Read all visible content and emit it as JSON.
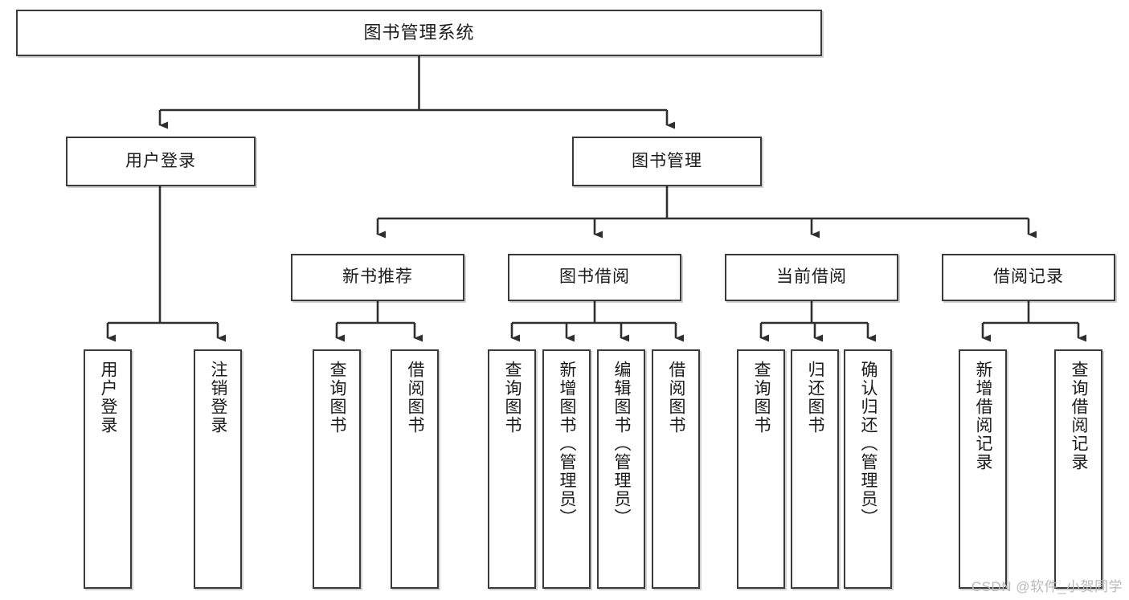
{
  "diagram": {
    "title": "图书管理系统",
    "type": "tree-hierarchy-chart",
    "colors": {
      "border": "#3a3a3a",
      "background": "#ffffff",
      "text": "#1b1b1b",
      "watermark": "#b9b9b9"
    },
    "root": {
      "label": "图书管理系统"
    },
    "level2": [
      {
        "label": "用户登录"
      },
      {
        "label": "图书管理"
      }
    ],
    "level3": [
      {
        "label": "新书推荐"
      },
      {
        "label": "图书借阅"
      },
      {
        "label": "当前借阅"
      },
      {
        "label": "借阅记录"
      }
    ],
    "leaves": {
      "user_login": [
        {
          "label": "用户登录"
        },
        {
          "label": "注销登录"
        }
      ],
      "new_book_recommend": [
        {
          "label": "查询图书"
        },
        {
          "label": "借阅图书"
        }
      ],
      "book_borrow": [
        {
          "label": "查询图书"
        },
        {
          "label": "新增图书（管理员）"
        },
        {
          "label": "编辑图书（管理员）"
        },
        {
          "label": "借阅图书"
        }
      ],
      "current_borrow": [
        {
          "label": "查询图书"
        },
        {
          "label": "归还图书"
        },
        {
          "label": "确认归还（管理员）"
        }
      ],
      "borrow_record": [
        {
          "label": "新增借阅记录"
        },
        {
          "label": "查询借阅记录"
        }
      ]
    },
    "watermark": "CSDN @软件_小贺同学"
  }
}
